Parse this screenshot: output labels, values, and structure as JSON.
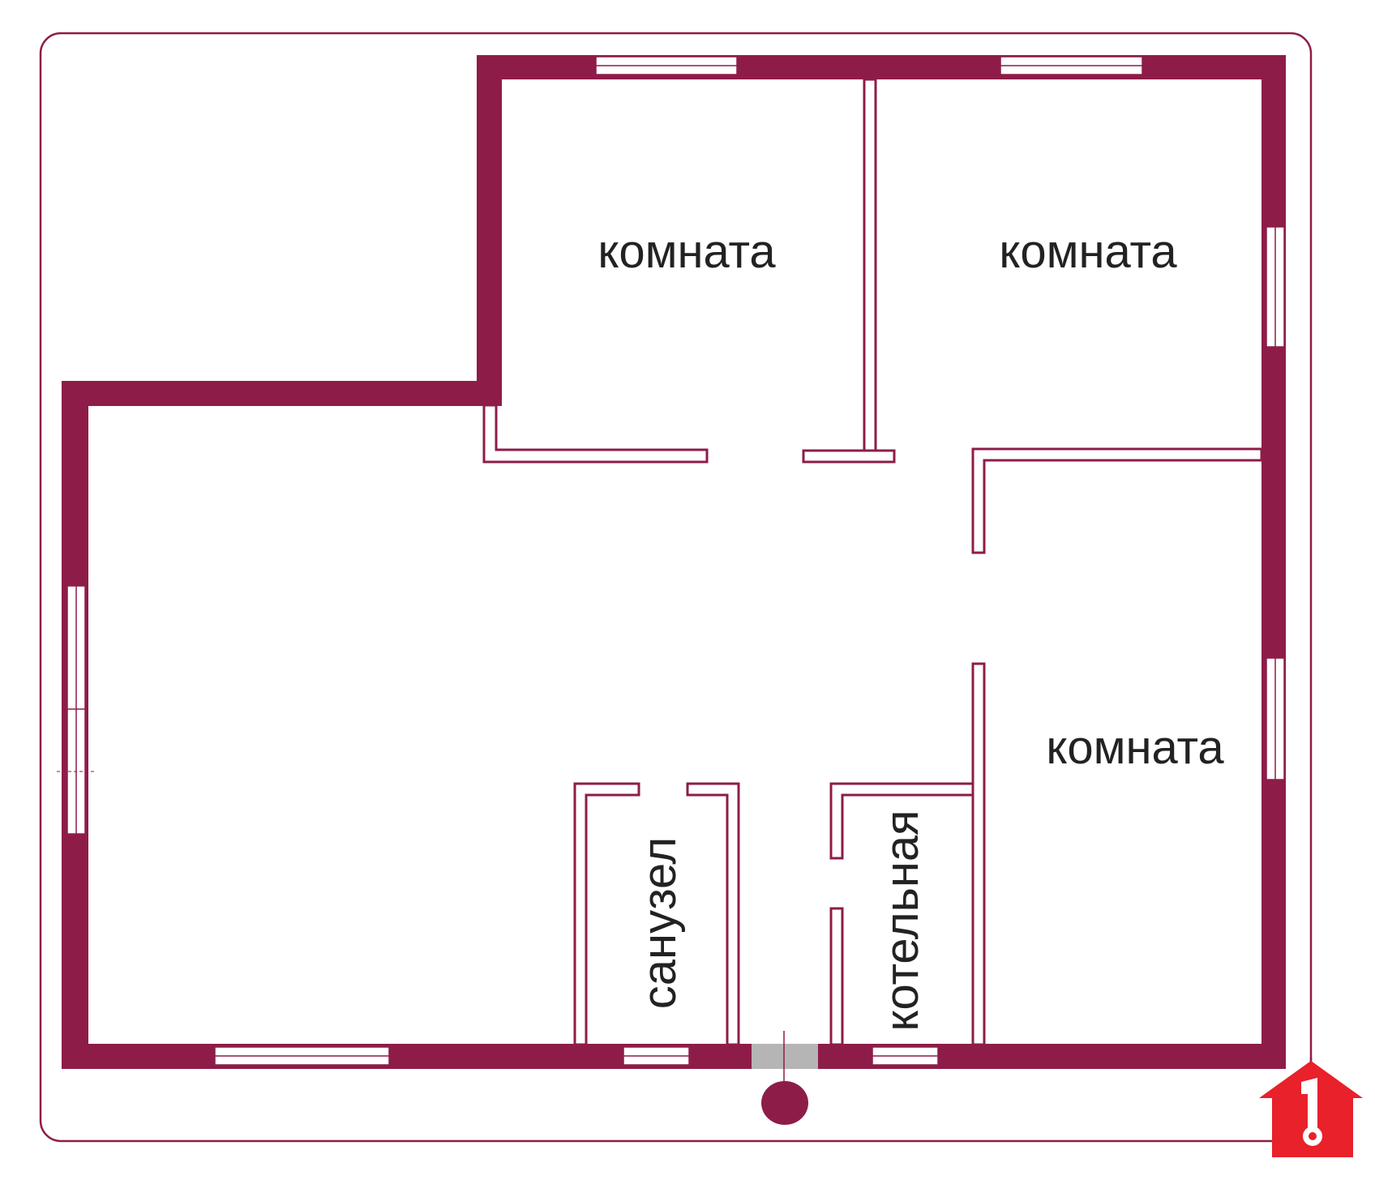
{
  "colors": {
    "wall": "#8e1c49",
    "window_fill": "#ffffff",
    "door_marker": "#b5b5b5",
    "badge": "#e8212b",
    "outline": "#8e1c49"
  },
  "rooms": {
    "room_top_left": "комната",
    "room_top_right": "комната",
    "room_right": "комната",
    "bathroom": "санузел",
    "boiler_room": "котельная"
  },
  "icons": {
    "badge": "house-key-badge-icon",
    "entrance": "entrance-marker-icon"
  }
}
